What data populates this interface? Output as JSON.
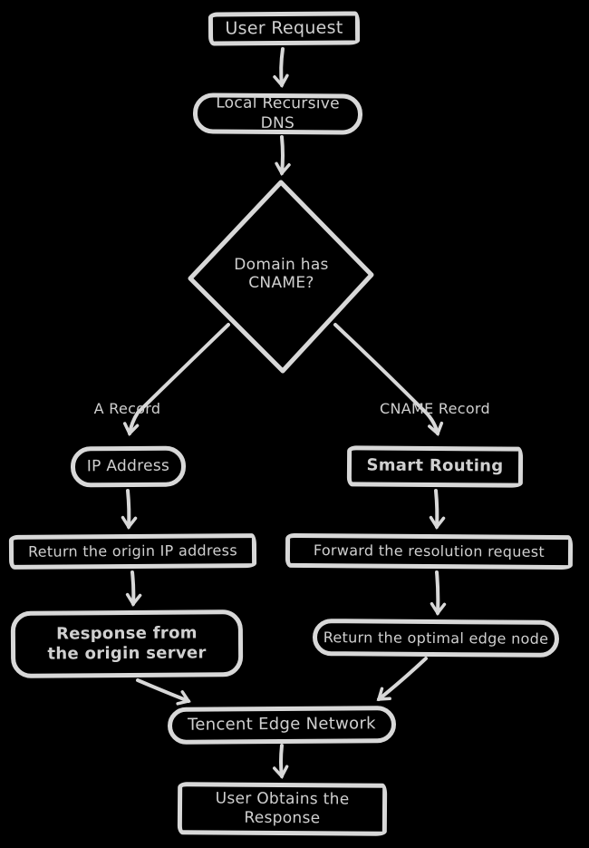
{
  "colors": {
    "background": "#000000",
    "stroke": "#d8d8d8",
    "text": "#d0d0d0"
  },
  "diagram": {
    "nodes": {
      "user_request": {
        "label": "User Request"
      },
      "local_dns": {
        "label": "Local Recursive DNS"
      },
      "decision": {
        "line1": "Domain has",
        "line2": "CNAME?"
      },
      "left_record": {
        "label": "IP Address"
      },
      "right_record": {
        "label": "Smart Routing"
      },
      "left_action": {
        "label": "Return the origin IP address"
      },
      "right_action": {
        "label": "Forward the resolution request"
      },
      "left_result": {
        "line1": "Response from",
        "line2": "the origin server"
      },
      "right_result": {
        "label": "Return the optimal edge node"
      },
      "merge": {
        "label": "Tencent Edge Network"
      },
      "final": {
        "line1": "User Obtains the",
        "line2": "Response"
      }
    },
    "edge_labels": {
      "left_branch": "A Record",
      "right_branch": "CNAME Record"
    }
  }
}
